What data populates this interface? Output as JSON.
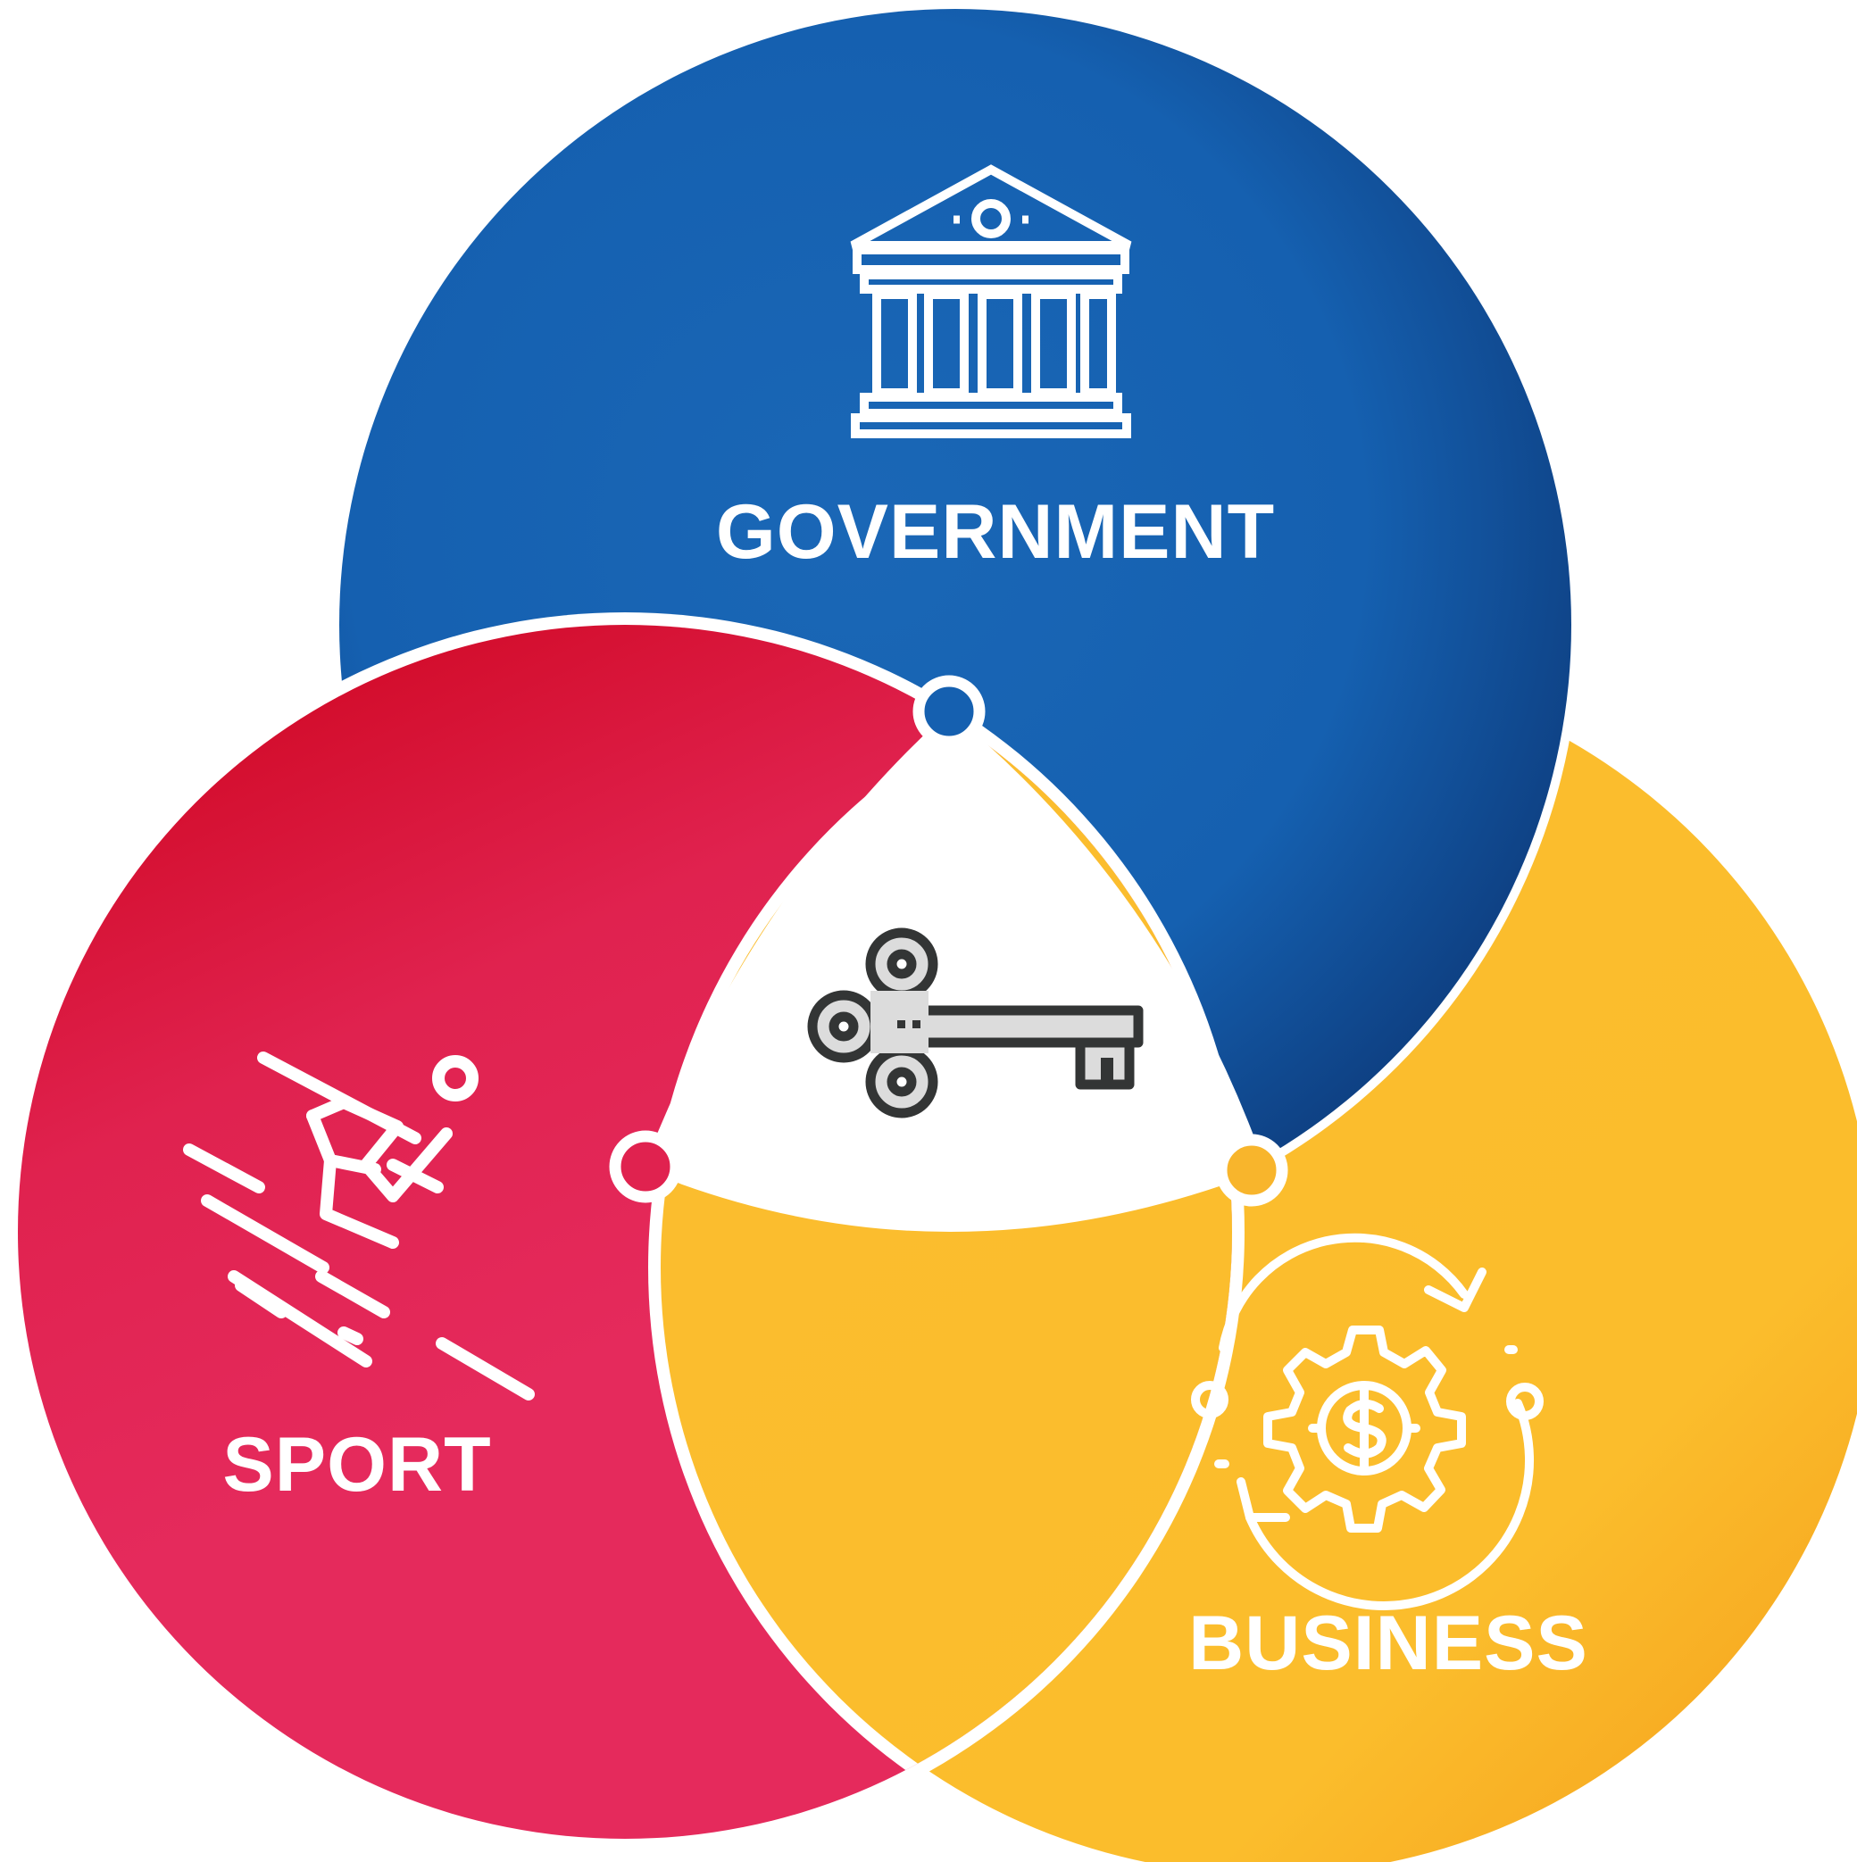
{
  "diagram": {
    "title": "",
    "center": {
      "icon": "key-icon"
    },
    "circles": [
      {
        "label": "GOVERNMENT",
        "icon": "government-building-icon",
        "color": "#1560b0",
        "color_dark": "#0b2f6e"
      },
      {
        "label": "SPORT",
        "icon": "skier-icon",
        "color": "#e3265a",
        "color_dark": "#d10f2f"
      },
      {
        "label": "BUSINESS",
        "icon": "money-gear-cycle-icon",
        "color": "#fbbd2c",
        "color_dark": "#f7a81f"
      }
    ]
  }
}
